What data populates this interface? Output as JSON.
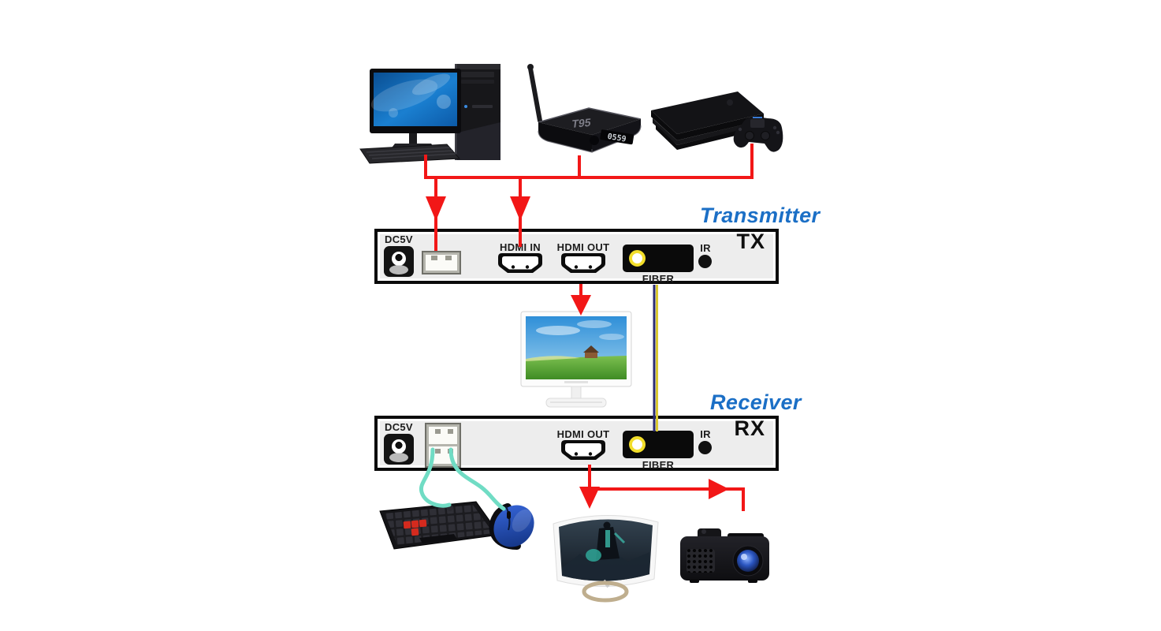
{
  "titles": {
    "transmitter": "Transmitter",
    "receiver": "Receiver"
  },
  "transmitter_panel": {
    "model_label": "TX",
    "power_label": "DC5V",
    "hdmi_in_label": "HDMI IN",
    "hdmi_out_label": "HDMI OUT",
    "fiber_label": "FIBER",
    "ir_label": "IR"
  },
  "receiver_panel": {
    "model_label": "RX",
    "power_label": "DC5V",
    "hdmi_out_label": "HDMI OUT",
    "fiber_label": "FIBER",
    "ir_label": "IR"
  },
  "tv_box": {
    "brand": "T95",
    "clock_display": "0559"
  },
  "device_images": [
    "desktop-pc",
    "android-tv-box",
    "ps4-game-console",
    "hdmi-monitor",
    "keyboard",
    "mouse",
    "curved-monitor",
    "projector"
  ],
  "colors": {
    "connector_red": "#f21717",
    "title_blue": "#1b6fc6",
    "usb_cable_teal": "#70dcc4",
    "fiber_cable_yellow": "#d9c832",
    "fiber_cable_navy": "#2b2b72",
    "panel_face": "#ededed",
    "fiber_ring_yellow": "#f2de2a"
  }
}
